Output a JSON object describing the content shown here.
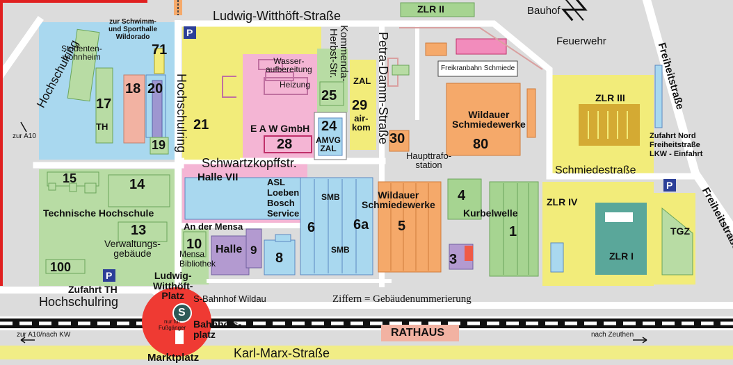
{
  "streets": {
    "ludwig_witthoeft": "Ludwig-Witthöft-Straße",
    "hochschulring_left": "Hochschulring",
    "hochschulring_center": "Hochschulring",
    "hochschulring_bottom": "Hochschulring",
    "kommenda": "Kommenda-\nHerbst-Str.",
    "petra_damm": "Petra-Damm-Straße",
    "schwartzkopff": "Schwartzkopffstr.",
    "schmiedestrasse": "Schmiedestraße",
    "freiheitstrasse_top": "Freiheitstraße",
    "freiheitstrasse_right": "Freiheitstraße",
    "karl_marx": "Karl-Marx-Straße",
    "an_der_mensa": "An der Mensa"
  },
  "places": {
    "bauhof": "Bauhof",
    "feuerwehr": "Feuerwehr",
    "zlr2": "ZLR II",
    "zlr3": "ZLR III",
    "zlr4": "ZLR IV",
    "zlr1": "ZLR I",
    "tgz": "TGZ",
    "freikranbahn": "Freikranbahn Schmiede",
    "wasser": "Wasser-\naufbereitung",
    "heizung": "Heizung",
    "eaw": "E A W GmbH",
    "zal": "ZAL",
    "airkom": "air-\nkom",
    "amvg": "AMVG\nZAL",
    "schwimm": "zur Schwimm-\nund Sporthalle\nWildorado",
    "studenten": "Studenten-\nwohnheim",
    "th": "TH",
    "halle7": "Halle VII",
    "asl": "ASL\nLoeben\nBosch\nService",
    "smb1": "SMB",
    "smb2": "SMB",
    "wildauer_schmiede_top": "Wildauer\nSchmiedewerke",
    "wildauer_schmiede_mid": "Wildauer\nSchmiedewerke",
    "haupttrafo": "Haupttrafo-\nstation",
    "kurbelwelle": "Kurbelwelle",
    "technische_hochschule": "Technische Hochschule",
    "verwaltung": "Verwaltungs-\ngebäude",
    "mensa": "Mensa\nBibliothek",
    "halle9": "Halle",
    "zufahrt_th": "Zufahrt TH",
    "ludwig_platz": "Ludwig-\nWitthöft-\nPlatz",
    "sbahn": "S-Bahnhof Wildau",
    "sbahn_sign": "S",
    "bahnhofsplatz": "Bahnhofs-\nplatz",
    "fussgaenger": "nur für\nFußgänger",
    "marktplatz": "Marktplatz",
    "rathaus": "RATHAUS",
    "zufahrt_nord": "Zufahrt Nord\nFreiheitstraße\nLKW - Einfahrt",
    "zur_a10_left": "zur A10",
    "zur_a10_bottom": "zur A10/nach KW",
    "nach_zeuthen": "nach Zeuthen",
    "legend": "Ziffern = Gebäudenummerierung",
    "parking": "P"
  },
  "buildings": {
    "b71": "71",
    "b18": "18",
    "b20": "20",
    "b17": "17",
    "b19": "19",
    "b21": "21",
    "b25": "25",
    "b29": "29",
    "b24": "24",
    "b28": "28",
    "b30": "30",
    "b80": "80",
    "b15": "15",
    "b14": "14",
    "b13": "13",
    "b100": "100",
    "b10": "10",
    "b9": "9",
    "b8": "8",
    "b6": "6",
    "b6a": "6a",
    "b5": "5",
    "b4": "4",
    "b3": "3",
    "b1": "1"
  },
  "colors": {
    "background": "#dcdcdc",
    "road": "#ffffff",
    "campus_blue": "#a9d8ef",
    "campus_green": "#b8dca4",
    "campus_yellow": "#f2ec7a",
    "campus_pink": "#f4b5d4",
    "building_orange": "#f5a96a",
    "building_green": "#a6d491",
    "building_purple": "#b39ad0",
    "building_blue": "#9fd3ec",
    "zlr_gold": "#d4aa33",
    "zlr1_teal": "#5aa79a",
    "station_red": "#ef3a33",
    "karl_marx_yellow": "#f1ed86",
    "rathaus_salmon": "#f2b2a2",
    "parking_blue": "#2c3f98"
  },
  "icons": {
    "north_arrow": "north-arrow-icon",
    "sbahn": "s-bahn-icon",
    "parking": "parking-icon",
    "arrow_left": "arrow-left-icon",
    "arrow_right": "arrow-right-icon"
  }
}
